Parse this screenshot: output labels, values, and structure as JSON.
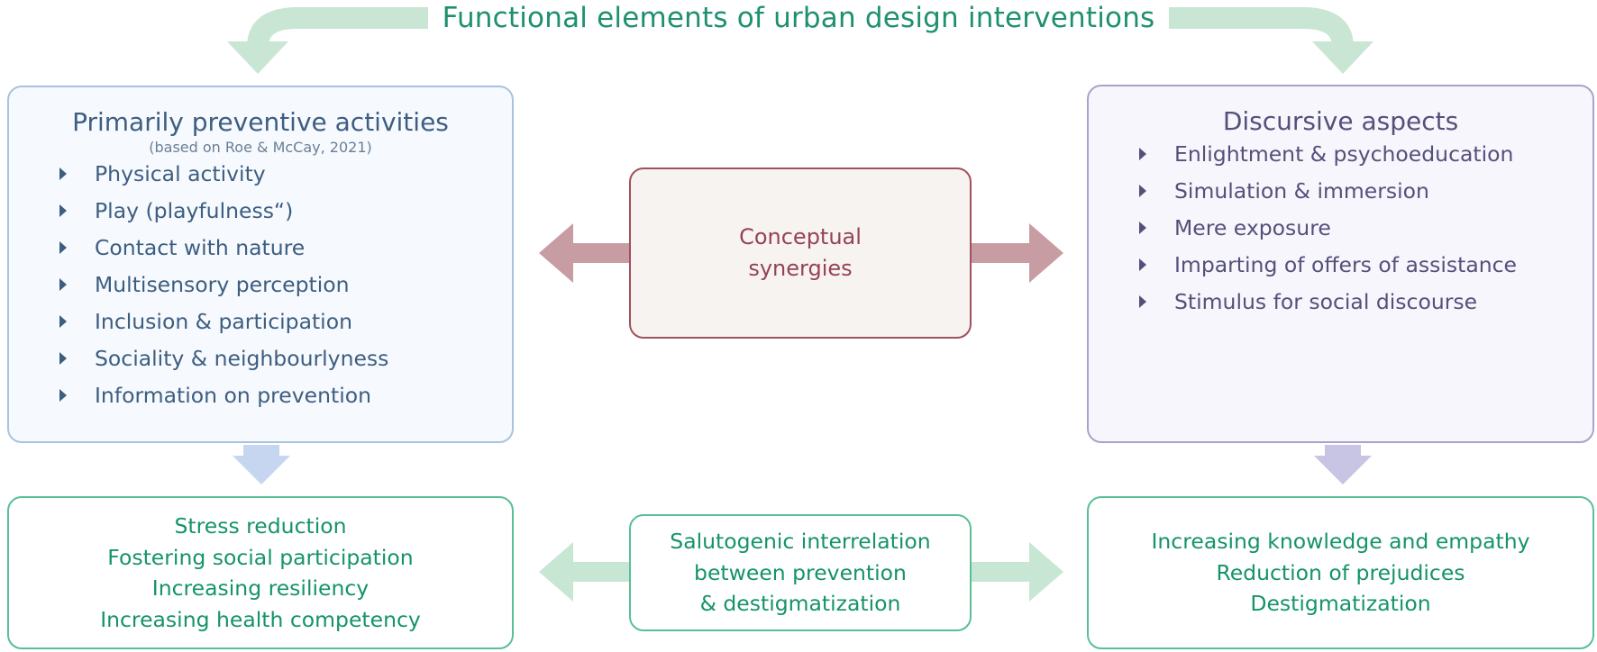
{
  "title": "Functional elements of urban design interventions",
  "left_box": {
    "title": "Primarily preventive activities",
    "subtitle": "(based on Roe & McCay, 2021)",
    "items": [
      "Physical activity",
      "Play (playfulness“)",
      "Contact with nature",
      "Multisensory perception",
      "Inclusion & participation",
      "Sociality & neighbourlyness",
      "Information on prevention"
    ]
  },
  "right_box": {
    "title": "Discursive aspects",
    "items": [
      "Enlightment & psychoeducation",
      "Simulation & immersion",
      "Mere exposure",
      "Imparting of offers of assistance",
      "Stimulus for social discourse"
    ]
  },
  "center_box": {
    "lines": [
      "Conceptual",
      "synergies"
    ]
  },
  "bottom_left": {
    "lines": [
      "Stress reduction",
      "Fostering social participation",
      "Increasing resiliency",
      "Increasing health competency"
    ]
  },
  "bottom_center": {
    "lines": [
      "Salutogenic interrelation",
      "between prevention",
      "& destigmatization"
    ]
  },
  "bottom_right": {
    "lines": [
      "Increasing knowledge and empathy",
      "Reduction of prejudices",
      "Destigmatization"
    ]
  },
  "colors": {
    "title": "#1e9070",
    "blue_border": "#a9c3de",
    "purple_border": "#a8a3cb",
    "center_border": "#a0505e",
    "green_border": "#59bf95",
    "top_arrow": "#c9e6d5",
    "center_arrow": "#c89ca3",
    "green_arrow": "#c7e7d4",
    "blue_down_arrow": "#c6d6f0",
    "purple_down_arrow": "#c7c4e4"
  }
}
